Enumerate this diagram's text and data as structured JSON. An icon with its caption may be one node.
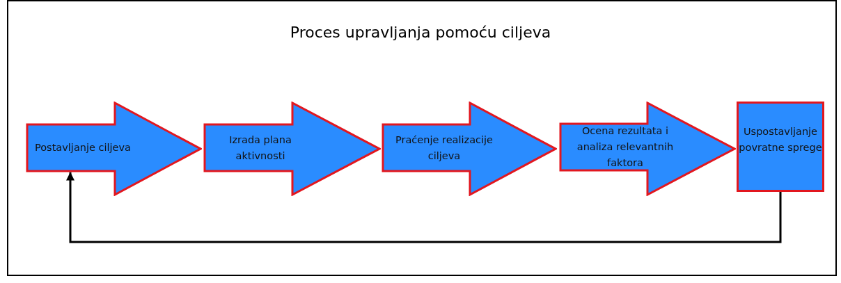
{
  "diagram": {
    "title": "Proces upravljanja pomoću ciljeva",
    "nodes": [
      {
        "text": [
          "Postavljanje ciljeva"
        ]
      },
      {
        "text": [
          "Izrada plana aktivnosti"
        ]
      },
      {
        "text": [
          "Praćenje realizacije ciljeva"
        ]
      },
      {
        "text": [
          "Ocena rezultata i analiza relevantnih faktora"
        ]
      },
      {
        "text": [
          "Uspostavljanje povratne sprege"
        ]
      }
    ],
    "edges": [
      {
        "from": 4,
        "to": 0,
        "arrow": "to"
      }
    ]
  }
}
